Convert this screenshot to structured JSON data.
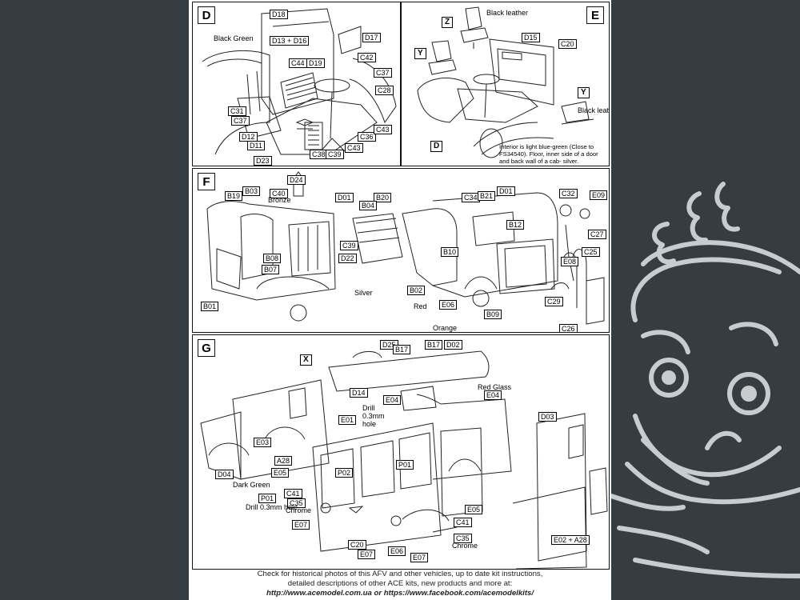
{
  "panels": {
    "D": {
      "label": "D",
      "parts": [
        "D18",
        "Black Green",
        "D13 + D16",
        "D17",
        "C44",
        "D19",
        "C42",
        "C37",
        "C28",
        "C31",
        "C37",
        "D12",
        "D11",
        "D23",
        "C38",
        "C39",
        "C43",
        "C36",
        "C43"
      ]
    },
    "E": {
      "label": "E",
      "parts": [
        "Z",
        "Black leather",
        "D15",
        "C20",
        "Y",
        "Y",
        "Black leather",
        "D"
      ],
      "note": "Interior is light blue-green (Close to FS34540). Floor, inner side of a door and back wall of a cab- silver."
    },
    "F": {
      "label": "F",
      "parts": [
        "D24",
        "C40",
        "Bronze",
        "B03",
        "B19",
        "B08",
        "B07",
        "D01",
        "D22",
        "C39",
        "B20",
        "B04",
        "C34",
        "B21",
        "D01",
        "B12",
        "B10",
        "B02",
        "Silver",
        "Red",
        "E06",
        "B09",
        "Orange",
        "C32",
        "E09",
        "C27",
        "E08",
        "C25",
        "C29",
        "C26",
        "B01"
      ]
    },
    "G": {
      "label": "G",
      "parts": [
        "X",
        "D25",
        "B17",
        "B17",
        "D02",
        "D14",
        "Red Glass",
        "E04",
        "E04",
        "E01",
        "Drill 0.3mm hole",
        "D03",
        "E03",
        "A28",
        "P02",
        "P01",
        "D04",
        "Dark Green",
        "E05",
        "C41",
        "C35",
        "P01",
        "Drill 0.3mm hole",
        "Chrome",
        "E07",
        "E05",
        "C41",
        "C35",
        "Chrome",
        "C20",
        "E07",
        "E06",
        "E07",
        "E02 + A28"
      ]
    }
  },
  "footer": {
    "line1": "Check for historical photos of this AFV and other vehicles, up to date kit instructions,",
    "line2": "detailed descriptions of other ACE kits, new products and more at:",
    "link1": "http://www.acemodel.com.ua",
    "or": " or ",
    "link2": "https://www.facebook.com/acemodelkits/"
  },
  "colors": {
    "background": "#353d42",
    "sheet": "#ffffff",
    "line": "#111111",
    "mascot": "#c8ccce"
  }
}
